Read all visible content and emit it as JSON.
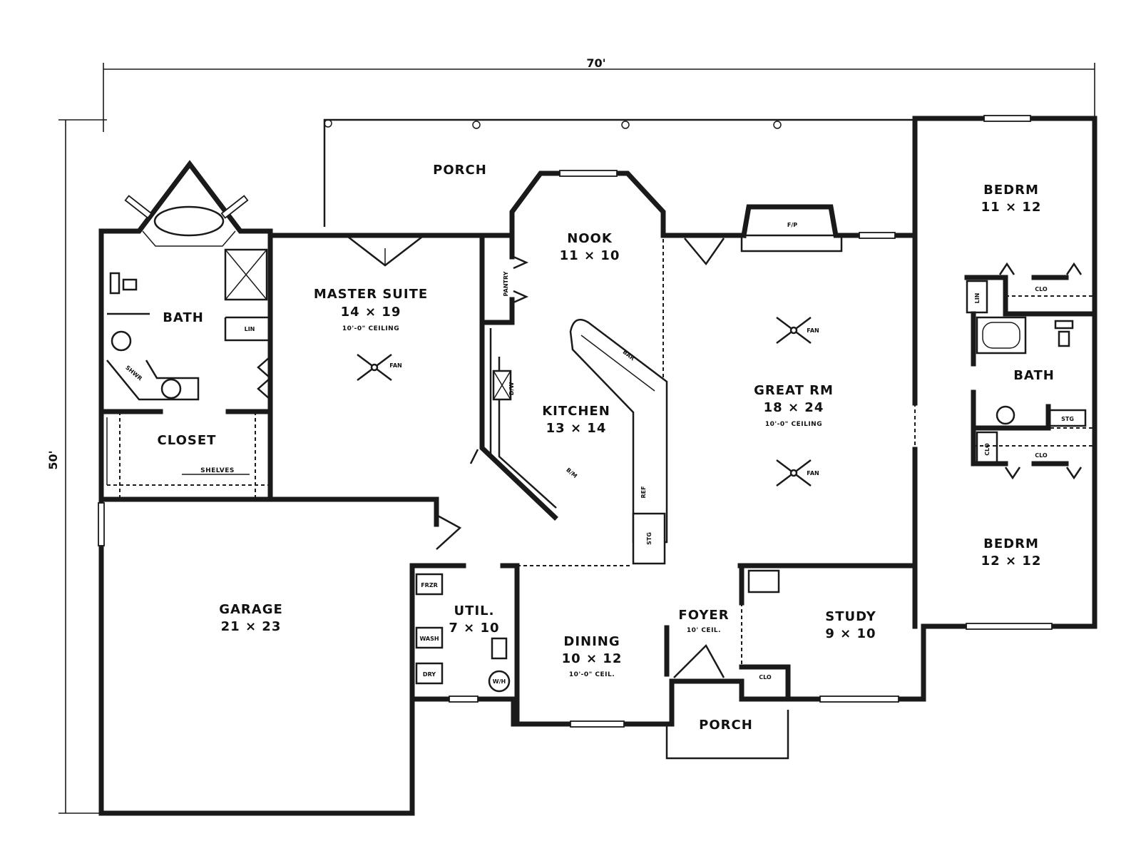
{
  "dimensions": {
    "width": "70'",
    "depth": "50'"
  },
  "rooms": {
    "porch_rear": {
      "name": "PORCH"
    },
    "master": {
      "name": "MASTER SUITE",
      "size": "14 × 19",
      "note": "10'-0\" CEILING"
    },
    "bath_master": {
      "name": "BATH"
    },
    "closet": {
      "name": "CLOSET",
      "note": "SHELVES"
    },
    "nook": {
      "name": "NOOK",
      "size": "11 × 10"
    },
    "kitchen": {
      "name": "KITCHEN",
      "size": "13 × 14"
    },
    "great": {
      "name": "GREAT RM",
      "size": "18 × 24",
      "note": "10'-0\" CEILING"
    },
    "bed1": {
      "name": "BEDRM",
      "size": "11 × 12"
    },
    "bed2": {
      "name": "BEDRM",
      "size": "12 × 12"
    },
    "bath2": {
      "name": "BATH"
    },
    "garage": {
      "name": "GARAGE",
      "size": "21 × 23"
    },
    "util": {
      "name": "UTIL.",
      "size": "7 × 10"
    },
    "dining": {
      "name": "DINING",
      "size": "10 × 12",
      "note": "10'-0\" CEIL."
    },
    "foyer": {
      "name": "FOYER",
      "note": "10' CEIL."
    },
    "study": {
      "name": "STUDY",
      "size": "9 × 10"
    },
    "porch_front": {
      "name": "PORCH"
    }
  },
  "labels": {
    "fp": "F/P",
    "fan": "FAN",
    "pantry": "PANTRY",
    "bar": "BAR",
    "clo": "CLO",
    "lin": "LIN",
    "stg": "STG",
    "ref": "REF",
    "dw": "D/W",
    "bm": "B/M",
    "frzr": "FRZR",
    "wash": "WASH",
    "dry": "DRY",
    "wh": "W/H",
    "shwr": "SHWR"
  }
}
